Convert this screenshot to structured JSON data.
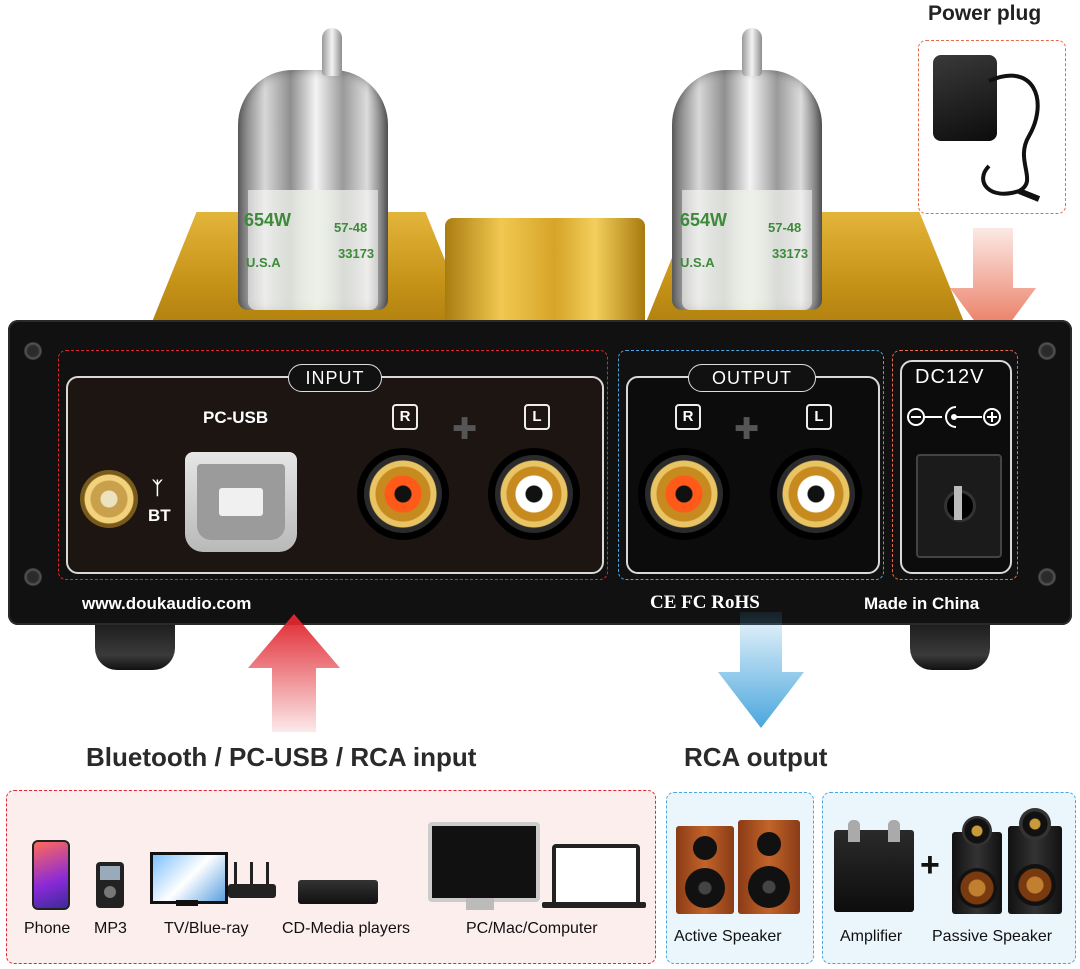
{
  "top_label": {
    "power_plug": "Power plug"
  },
  "tubes": {
    "left_print": [
      "654W",
      "57-48",
      "33173",
      "U.S.A"
    ],
    "right_print": [
      "654W",
      "57-48",
      "33173",
      "U.S.A"
    ]
  },
  "panel": {
    "input_title": "INPUT",
    "output_title": "OUTPUT",
    "dc_title": "DC12V",
    "pc_usb": "PC-USB",
    "bt": "BT",
    "r": "R",
    "l": "L",
    "website": "www.doukaudio.com",
    "certs": "CE FC RoHS",
    "made_in": "Made in China"
  },
  "captions": {
    "inputs": "Bluetooth / PC-USB / RCA input",
    "output": "RCA output"
  },
  "input_devices": [
    "Phone",
    "MP3",
    "TV/Blue-ray",
    "CD-Media players",
    "PC/Mac/Computer"
  ],
  "output_devices": {
    "active": "Active Speaker",
    "amplifier": "Amplifier",
    "plus": "+",
    "passive": "Passive Speaker"
  },
  "colors": {
    "input_accent": "#e0262e",
    "output_accent": "#4aa6dd",
    "power_accent": "#e76a4d",
    "gold": "#d6a428"
  }
}
